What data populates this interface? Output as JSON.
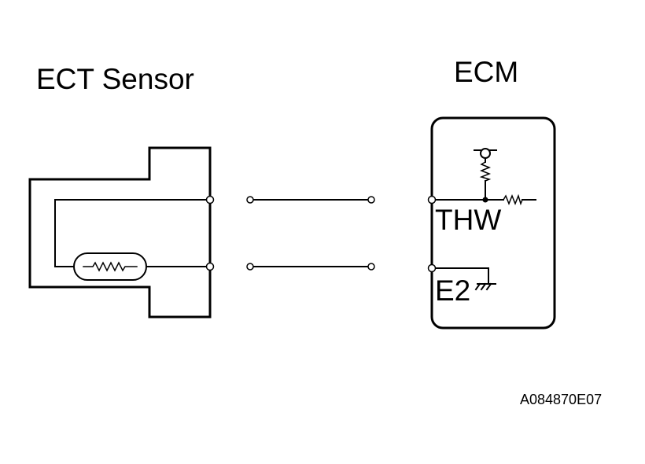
{
  "labels": {
    "sensor_title": "ECT Sensor",
    "ecm_title": "ECM",
    "thw": "THW",
    "e2": "E2",
    "figure_code": "A084870E07"
  },
  "colors": {
    "line": "#000000",
    "background": "#ffffff"
  }
}
